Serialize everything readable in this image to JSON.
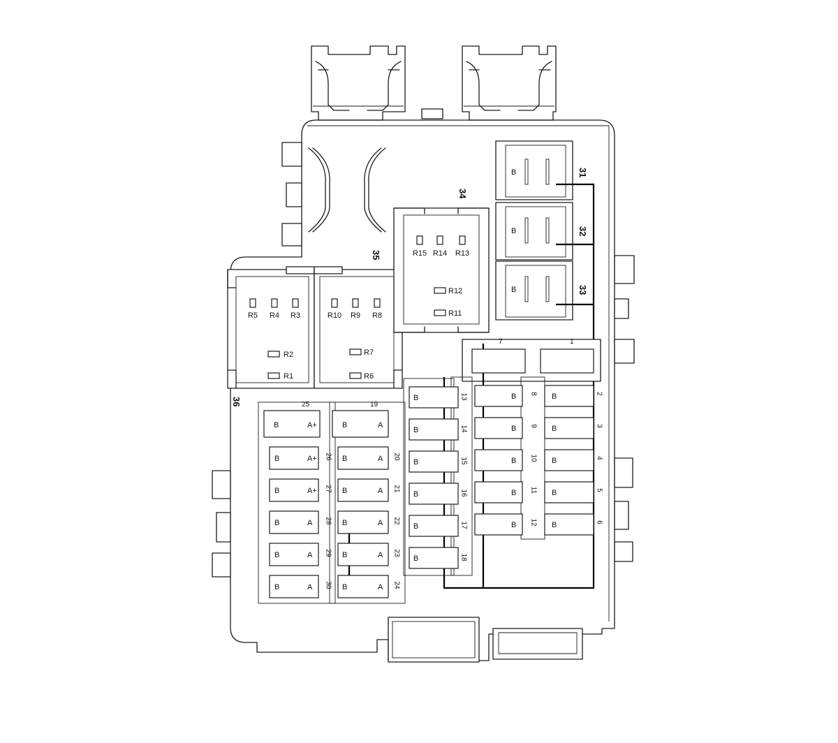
{
  "relay_blocks": [
    {
      "id": "31",
      "text": "B"
    },
    {
      "id": "32",
      "text": "B"
    },
    {
      "id": "33",
      "text": "B"
    },
    {
      "id": "34",
      "pins": [
        "R15",
        "R14",
        "R13",
        "R12",
        "R11"
      ]
    },
    {
      "id": "35",
      "pins": [
        "R10",
        "R9",
        "R8",
        "R7",
        "R6"
      ]
    },
    {
      "id": "36",
      "pins": [
        "R5",
        "R4",
        "R3",
        "R2",
        "R1"
      ]
    }
  ],
  "fuses": {
    "large_left": {
      "number": "25",
      "left_text": "B",
      "right_text": "A+"
    },
    "large_right": {
      "number": "19",
      "left_text": "B",
      "right_text": "A"
    },
    "col_a": [
      {
        "number": "26",
        "left_text": "B",
        "right_text": "A+"
      },
      {
        "number": "27",
        "left_text": "B",
        "right_text": "A+"
      },
      {
        "number": "28",
        "left_text": "B",
        "right_text": "A"
      },
      {
        "number": "29",
        "left_text": "B",
        "right_text": "A"
      },
      {
        "number": "30",
        "left_text": "B",
        "right_text": "A"
      }
    ],
    "col_b": [
      {
        "number": "20",
        "left_text": "B",
        "right_text": "A"
      },
      {
        "number": "21",
        "left_text": "B",
        "right_text": "A"
      },
      {
        "number": "22",
        "left_text": "B",
        "right_text": "A"
      },
      {
        "number": "23",
        "left_text": "B",
        "right_text": "A"
      },
      {
        "number": "24",
        "left_text": "B",
        "right_text": "A"
      }
    ],
    "col_c": [
      {
        "number": "13",
        "text": "B"
      },
      {
        "number": "14",
        "text": "B"
      },
      {
        "number": "15",
        "text": "B"
      },
      {
        "number": "16",
        "text": "B"
      },
      {
        "number": "17",
        "text": "B"
      },
      {
        "number": "18",
        "text": "B"
      }
    ],
    "col_d_top": {
      "number": "7"
    },
    "col_d": [
      {
        "number": "8",
        "text": "B"
      },
      {
        "number": "9",
        "text": "B"
      },
      {
        "number": "10",
        "text": "B"
      },
      {
        "number": "11",
        "text": "B"
      },
      {
        "number": "12",
        "text": "B"
      }
    ],
    "col_e_top": {
      "number": "1"
    },
    "col_e": [
      {
        "number": "2",
        "text": "B"
      },
      {
        "number": "3",
        "text": "B"
      },
      {
        "number": "4",
        "text": "B"
      },
      {
        "number": "5",
        "text": "B"
      },
      {
        "number": "6",
        "text": "B"
      }
    ]
  }
}
